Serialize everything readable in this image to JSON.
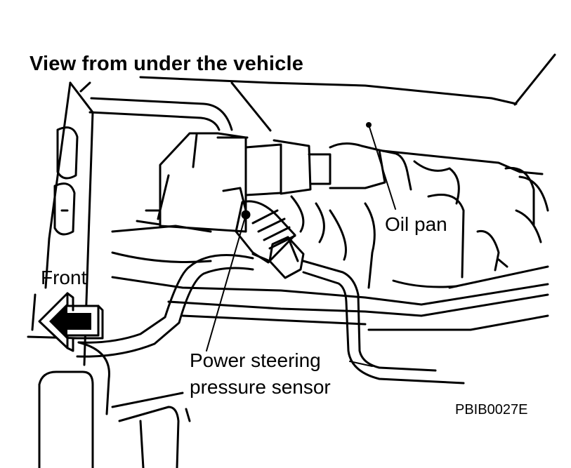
{
  "diagram": {
    "title": "View from under the vehicle",
    "callouts": {
      "oil_pan": "Oil pan",
      "front": "Front",
      "sensor_line1": "Power steering",
      "sensor_line2": "pressure sensor"
    },
    "figure_code": "PBIB0027E"
  }
}
